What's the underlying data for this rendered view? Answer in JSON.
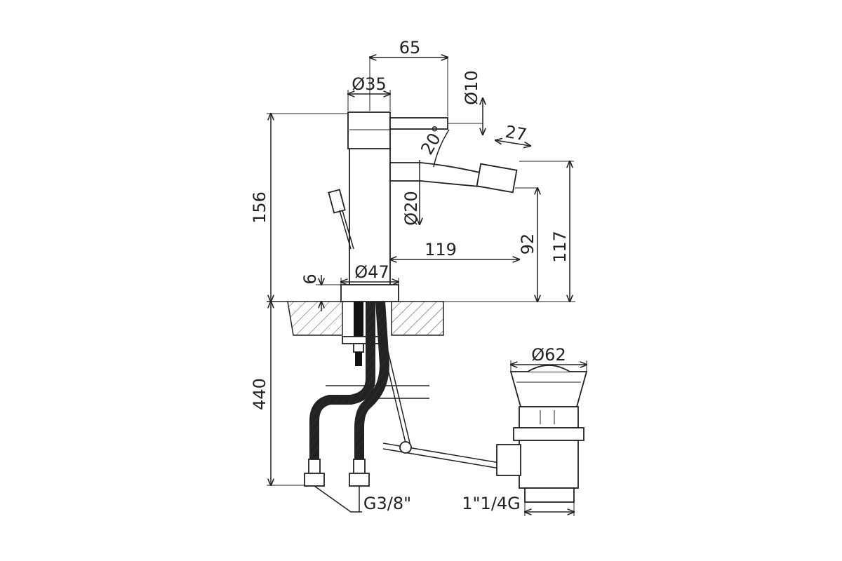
{
  "dimensions": {
    "handle_reach": "65",
    "body_diameter": "Ø35",
    "lever_diameter": "Ø10",
    "angle": "20°",
    "nozzle_head": "27",
    "spout_diameter": "Ø20",
    "total_height": "156",
    "spout_reach": "119",
    "outlet_height": "92",
    "spout_height": "117",
    "base_diameter": "Ø47",
    "base_thickness": "6",
    "hose_length": "440",
    "hose_thread": "G3/8\"",
    "waste_diameter": "Ø62",
    "waste_thread": "1\"1/4G"
  },
  "colors": {
    "line": "#222222",
    "background": "#ffffff"
  }
}
